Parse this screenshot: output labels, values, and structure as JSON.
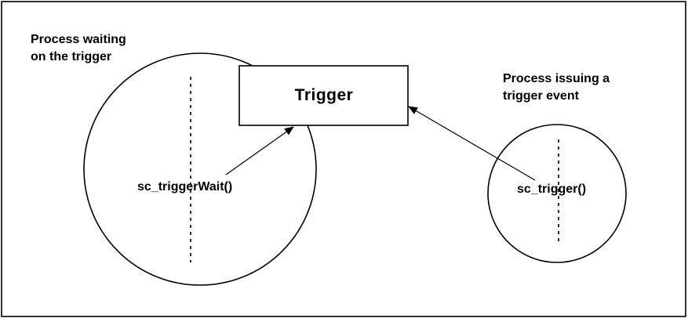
{
  "diagram": {
    "left_process": {
      "caption": "Process waiting\non the trigger",
      "function_call": "sc_triggerWait()"
    },
    "right_process": {
      "caption": "Process issuing a\ntrigger event",
      "function_call": "sc_trigger()"
    },
    "trigger_box": {
      "label": "Trigger"
    }
  }
}
